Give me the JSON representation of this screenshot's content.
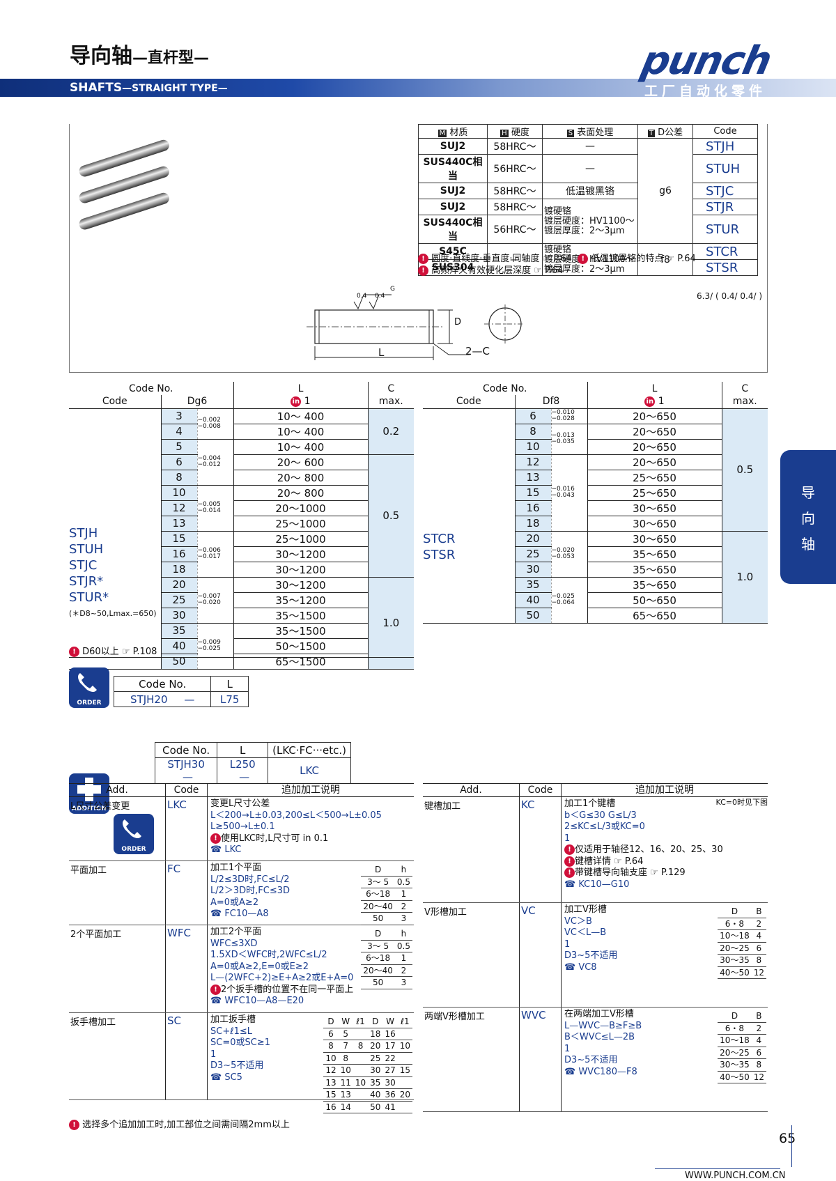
{
  "header": {
    "title_cn": "导向轴",
    "title_cn_sub": "—直杆型—",
    "title_en": "SHAFTS",
    "title_en_sub": "—STRAIGHT TYPE—",
    "brand": "punch",
    "brand_sub": "工厂自动化零件"
  },
  "side_tab": [
    "导",
    "向",
    "轴"
  ],
  "material_table": {
    "headers": [
      "材质",
      "硬度",
      "表面处理",
      "D公差",
      "Code"
    ],
    "header_icons": [
      "M",
      "H",
      "S",
      "T"
    ],
    "rows": [
      {
        "mat": "SUJ2",
        "hard": "58HRC～",
        "surf": "—",
        "code": "STJH"
      },
      {
        "mat": "SUS440C相当",
        "hard": "56HRC～",
        "surf": "—",
        "code": "STUH"
      },
      {
        "mat": "SUJ2",
        "hard": "58HRC～",
        "surf": "低温镀黑铬",
        "code": "STJC"
      },
      {
        "mat": "SUJ2",
        "hard": "58HRC～",
        "surf": "",
        "code": "STJR"
      },
      {
        "mat": "SUS440C相当",
        "hard": "56HRC～",
        "surf": "",
        "code": "STUR"
      },
      {
        "mat": "S45C",
        "hard": "—",
        "surf": "",
        "code": "STCR"
      },
      {
        "mat": "SUS304",
        "hard": "",
        "surf": "",
        "code": "STSR"
      }
    ],
    "plating": [
      "镀硬铬",
      "镀层硬度：HV1100～",
      "镀层厚度：2～3μm"
    ],
    "tol_g6": "g6",
    "tol_f8": "f8",
    "notes": [
      "圆度·直线度·垂直度·同轴度 ☞ P.64",
      "低温镀黑铬的特点 ☞ P.64",
      "高频淬火有效硬化层深度 ☞ P.64"
    ]
  },
  "drawing": {
    "L": "L",
    "D": "D",
    "chamfer": "2—C",
    "rough1": "0.4",
    "rough2": "0.4",
    "g": "G",
    "rough_legend": "6.3/ ( 0.4/ 0.4/ )"
  },
  "sel1": {
    "h_codeno": "Code No.",
    "h_code": "Code",
    "h_dg": "Dg6",
    "h_L": "L",
    "h_in": "in",
    "h_1": "1",
    "h_C": "C",
    "h_max": "max.",
    "codes": [
      "STJH",
      "STUH",
      "STJC",
      "STJR*",
      "STUR*"
    ],
    "note": "(＊D8~50,Lmax.=650)",
    "D": [
      "3",
      "4",
      "5",
      "6",
      "8",
      "10",
      "12",
      "13",
      "15",
      "16",
      "18",
      "20",
      "25",
      "30",
      "35",
      "40",
      "50"
    ],
    "tol": [
      [
        "−0.002",
        "−0.008"
      ],
      [
        "−0.004",
        "−0.012"
      ],
      [
        "−0.005",
        "−0.014"
      ],
      [
        "−0.006",
        "−0.017"
      ],
      [
        "−0.007",
        "−0.020"
      ],
      [
        "−0.009",
        "−0.025"
      ]
    ],
    "L": [
      "10～ 400",
      "10～ 400",
      "10～ 400",
      "20～ 600",
      "20～ 800",
      "20～ 800",
      "20～1000",
      "25～1000",
      "25～1000",
      "30～1200",
      "30～1200",
      "30～1200",
      "35～1200",
      "35～1500",
      "35～1500",
      "50～1500",
      "65～1500"
    ],
    "C": [
      "0.2",
      "0.5",
      "1.0"
    ],
    "footer": "D60以上 ☞ P.108"
  },
  "sel2": {
    "h_dg": "Df8",
    "codes": [
      "STCR",
      "STSR"
    ],
    "D": [
      "6",
      "8",
      "10",
      "12",
      "13",
      "15",
      "16",
      "18",
      "20",
      "25",
      "30",
      "35",
      "40",
      "50"
    ],
    "tol": [
      [
        "−0.010",
        "−0.028"
      ],
      [
        "−0.013",
        "−0.035"
      ],
      [
        "−0.016",
        "−0.043"
      ],
      [
        "−0.020",
        "−0.053"
      ],
      [
        "−0.025",
        "−0.064"
      ]
    ],
    "L": [
      "20～650",
      "20～650",
      "20～650",
      "20～650",
      "25～650",
      "25～650",
      "30～650",
      "30～650",
      "30～650",
      "35～650",
      "35～650",
      "35～650",
      "50～650",
      "65～650"
    ],
    "C": [
      "0.5",
      "1.0"
    ]
  },
  "order": {
    "label": "ORDER",
    "h_codeno": "Code No.",
    "h_L": "L",
    "code": "STJH20",
    "dash": "—",
    "L": "L75"
  },
  "addition": {
    "label": "ADDITION",
    "h_codeno": "Code No.",
    "h_L": "L",
    "h_extra": "(LKC·FC···etc.)",
    "code": "STJH30",
    "L": "L250",
    "extra": "LKC"
  },
  "add_headers": {
    "add": "Add.",
    "code": "Code",
    "desc": "追加加工说明"
  },
  "add_left": [
    {
      "name": "L尺寸公差变更",
      "code": "LKC",
      "lines": [
        "变更L尺寸公差",
        "L＜200→L±0.03,200≤L＜500→L±0.05",
        "L≥500→L±0.1"
      ],
      "notes": [
        "使用LKC时,L尺寸可 in 0.1"
      ],
      "ex": "LKC"
    },
    {
      "name": "平面加工",
      "code": "FC",
      "lines": [
        "加工1个平面",
        "L/2≤3D时,FC≤L/2",
        "L/2＞3D时,FC≤3D",
        "A=0或A≥2"
      ],
      "ex": "FC10—A8"
    },
    {
      "name": "2个平面加工",
      "code": "WFC",
      "lines": [
        "加工2个平面",
        "WFC≤3XD",
        "1.5XD＜WFC时,2WFC≤L/2",
        "A=0或A≥2,E=0或E≥2",
        "L—(2WFC+2)≥E+A≥2或E+A=0"
      ],
      "notes": [
        "2个扳手槽的位置不在同一平面上"
      ],
      "ex": "WFC10—A8—E20"
    },
    {
      "name": "扳手槽加工",
      "code": "SC",
      "lines": [
        "加工扳手槽",
        "SC+ℓ1≤L",
        "SC=0或SC≥1",
        "1",
        "D3~5不适用"
      ],
      "ex": "SC5"
    }
  ],
  "dh_table": {
    "h": [
      "D",
      "h"
    ],
    "rows": [
      [
        "3～ 5",
        "0.5"
      ],
      [
        "6～18",
        "1"
      ],
      [
        "20～40",
        "2"
      ],
      [
        "50",
        "3"
      ]
    ]
  },
  "sc_table": {
    "h": [
      "D",
      "W",
      "ℓ1",
      "D",
      "W",
      "ℓ1"
    ],
    "left": [
      [
        "6",
        "5"
      ],
      [
        "8",
        "7"
      ],
      [
        "10",
        "8"
      ],
      [
        "12",
        "10"
      ],
      [
        "13",
        "11"
      ],
      [
        "15",
        "13"
      ],
      [
        "16",
        "14"
      ]
    ],
    "lcol": [
      "",
      "8",
      "",
      "",
      "10",
      "",
      ""
    ],
    "right": [
      [
        "18",
        "16"
      ],
      [
        "20",
        "17"
      ],
      [
        "25",
        "22"
      ],
      [
        "30",
        "27"
      ],
      [
        "35",
        "30"
      ],
      [
        "40",
        "36"
      ],
      [
        "50",
        "41"
      ]
    ],
    "rcol": [
      "",
      "10",
      "",
      "15",
      "",
      "20",
      ""
    ]
  },
  "add_right": [
    {
      "name": "键槽加工",
      "code": "KC",
      "lines": [
        "加工1个键槽",
        "b＜G≤30  G≤L/3",
        "2≤KC≤L/3或KC=0",
        "1"
      ],
      "notes": [
        "仅适用于轴径12、16、20、25、30",
        "键槽详情 ☞ P.64",
        "带键槽导向轴支座 ☞ P.129"
      ],
      "ex": "KC10—G10",
      "side": "KC=0时见下图"
    },
    {
      "name": "V形槽加工",
      "code": "VC",
      "lines": [
        "加工V形槽",
        "VC＞B",
        "VC＜L—B",
        "1",
        "D3~5不适用"
      ],
      "ex": "VC8"
    },
    {
      "name": "两端V形槽加工",
      "code": "WVC",
      "lines": [
        "在两端加工V形槽",
        "L—WVC—B≥F≥B",
        "B＜WVC≤L—2B",
        "1",
        "D3~5不适用"
      ],
      "ex": "WVC180—F8"
    }
  ],
  "db_table": {
    "h": [
      "D",
      "B"
    ],
    "rows": [
      [
        "6・8",
        "2"
      ],
      [
        "10～18",
        "4"
      ],
      [
        "20～25",
        "6"
      ],
      [
        "30～35",
        "8"
      ],
      [
        "40～50",
        "12"
      ]
    ]
  },
  "footer_note": "选择多个追加加工时,加工部位之间需间隔2mm以上",
  "page": "65",
  "url": "WWW.PUNCH.COM.CN",
  "colors": {
    "brand": "#1a3d8f",
    "accent": "#d0103a",
    "cell": "#dbeaf6"
  }
}
